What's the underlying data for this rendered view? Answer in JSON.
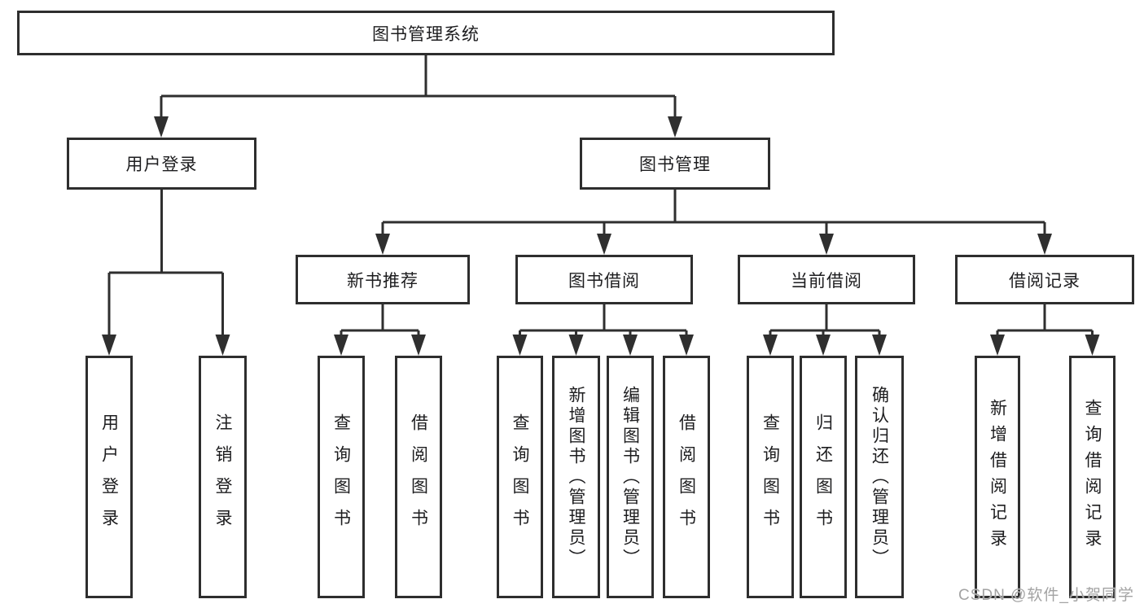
{
  "watermark": "CSDN @软件_小贺同学",
  "colors": {
    "line": "#2f2f2f",
    "box_border": "#2e2e2e",
    "text": "#1d1d1f",
    "watermark": "#a3a3a3",
    "background": "#ffffff"
  },
  "tree": {
    "root": {
      "label": "图书管理系统"
    },
    "level2": [
      {
        "label": "用户登录",
        "children": [
          "用户登录",
          "注销登录"
        ]
      },
      {
        "label": "图书管理"
      }
    ],
    "level3": [
      {
        "label": "新书推荐",
        "children": [
          "查询图书",
          "借阅图书"
        ]
      },
      {
        "label": "图书借阅",
        "children": [
          "查询图书",
          "新增图书（管理员）",
          "编辑图书（管理员）",
          "借阅图书"
        ]
      },
      {
        "label": "当前借阅",
        "children": [
          "查询图书",
          "归还图书",
          "确认归还（管理员）"
        ]
      },
      {
        "label": "借阅记录",
        "children": [
          "新增借阅记录",
          "查询借阅记录"
        ]
      }
    ]
  }
}
